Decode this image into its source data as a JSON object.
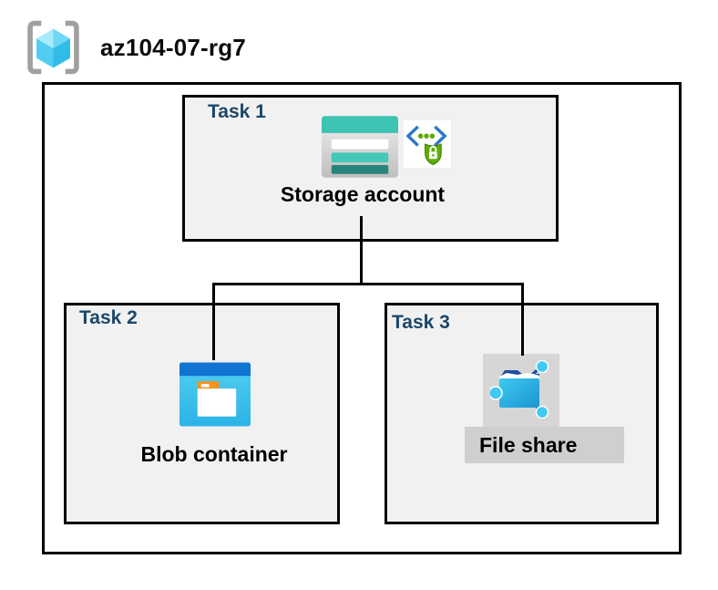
{
  "resource_group": {
    "name": "az104-07-rg7",
    "icon": "azure-resource-group-icon"
  },
  "tasks": [
    {
      "label": "Task 1",
      "resource": "Storage account",
      "icons": [
        "storage-account-icon",
        "secure-access-code-lock-icon"
      ]
    },
    {
      "label": "Task 2",
      "resource": "Blob container",
      "icons": [
        "blob-container-icon"
      ]
    },
    {
      "label": "Task 3",
      "resource": "File share",
      "icons": [
        "file-share-icon"
      ],
      "highlighted": true
    }
  ],
  "connections": [
    {
      "from": "Storage account",
      "to": "Blob container"
    },
    {
      "from": "Storage account",
      "to": "File share"
    }
  ],
  "colors": {
    "task_label_blue": "#1b4769",
    "box_fill_gray": "#f1f1f1",
    "border_black": "#000000",
    "storage_teal": "#3cc3b2",
    "storage_dark_teal": "#28857b",
    "blob_band_blue": "#1173d2",
    "blob_body_cyan": "#3fc4ee",
    "folder_tab_orange": "#f5941e",
    "file_share_navy": "#1d4e9e",
    "node_cyan": "#3fc9f4",
    "selection_gray": "#d6d6d6",
    "label_strip_gray": "#cfcfcf",
    "bracket_gray": "#a0a0a0"
  }
}
